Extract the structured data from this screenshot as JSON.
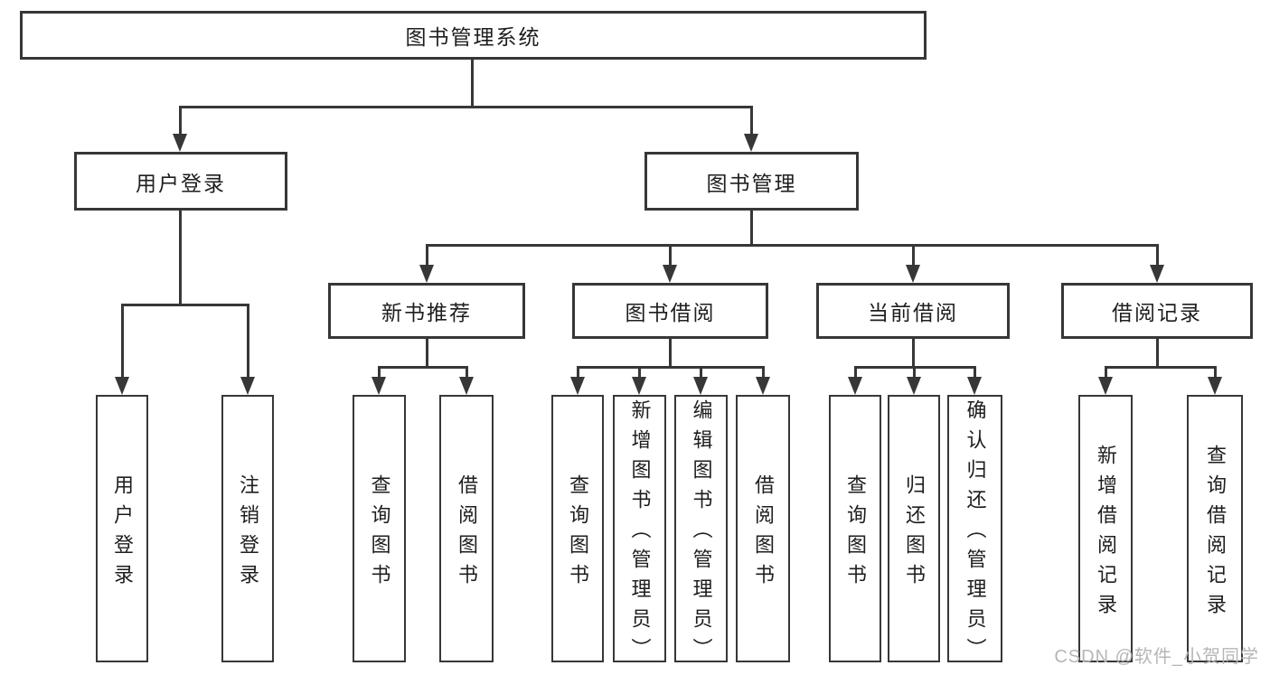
{
  "tree": {
    "label": "图书管理系统",
    "children": [
      {
        "label": "用户登录",
        "children": [
          {
            "label": "用户登录"
          },
          {
            "label": "注销登录"
          }
        ]
      },
      {
        "label": "图书管理",
        "children": [
          {
            "label": "新书推荐",
            "children": [
              {
                "label": "查询图书"
              },
              {
                "label": "借阅图书"
              }
            ]
          },
          {
            "label": "图书借阅",
            "children": [
              {
                "label": "查询图书"
              },
              {
                "label": "新增图书（管理员）"
              },
              {
                "label": "编辑图书（管理员）"
              },
              {
                "label": "借阅图书"
              }
            ]
          },
          {
            "label": "当前借阅",
            "children": [
              {
                "label": "查询图书"
              },
              {
                "label": "归还图书"
              },
              {
                "label": "确认归还（管理员）"
              }
            ]
          },
          {
            "label": "借阅记录",
            "children": [
              {
                "label": "新增借阅记录"
              },
              {
                "label": "查询借阅记录"
              }
            ]
          }
        ]
      }
    ]
  },
  "watermark": "CSDN @软件_小贺同学",
  "colors": {
    "line": "#373737",
    "text": "#1e1e1e",
    "watermark": "#b6b6b6",
    "background": "#ffffff"
  }
}
